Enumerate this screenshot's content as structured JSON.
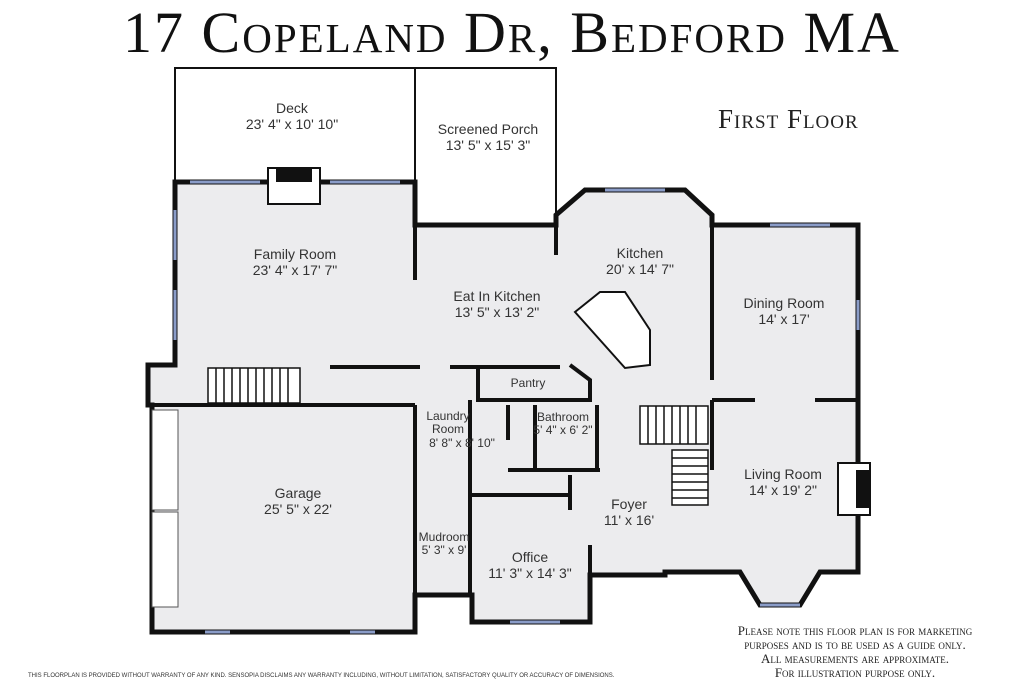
{
  "title": "17 Copeland Dr, Bedford MA",
  "floor_label": "First Floor",
  "rooms": [
    {
      "name": "Deck",
      "size": "23' 4\" x 10' 10\""
    },
    {
      "name": "Screened Porch",
      "size": "13' 5\" x 15' 3\""
    },
    {
      "name": "Family Room",
      "size": "23' 4\" x 17' 7\""
    },
    {
      "name": "Eat In Kitchen",
      "size": "13' 5\" x 13' 2\""
    },
    {
      "name": "Kitchen",
      "size": "20' x 14' 7\""
    },
    {
      "name": "Dining Room",
      "size": "14' x 17'"
    },
    {
      "name": "Pantry"
    },
    {
      "name": "Laundry Room",
      "size": "8' 8\" x 8' 10\""
    },
    {
      "name": "Bathroom",
      "size": "5' 4\" x 6' 2\""
    },
    {
      "name": "Living Room",
      "size": "14' x 19' 2\""
    },
    {
      "name": "Garage",
      "size": "25' 5\" x 22'"
    },
    {
      "name": "Foyer",
      "size": "11' x 16'"
    },
    {
      "name": "Mudroom",
      "size": "5' 3\" x 9'"
    },
    {
      "name": "Office",
      "size": "11' 3\" x 14' 3\""
    }
  ],
  "note": [
    "Please note this floor plan is for marketing",
    "purposes and is to be used as a guide only.",
    "All measurements are approximate.",
    "For illustration purpose only."
  ],
  "disclaimer": "This floorplan is provided without warranty of any kind. Sensopia disclaims any warranty including, without limitation, satisfactory quality or accuracy of dimensions.",
  "colors": {
    "floor": "#ececee",
    "wall": "#111111",
    "window": "#8a9cc8"
  }
}
